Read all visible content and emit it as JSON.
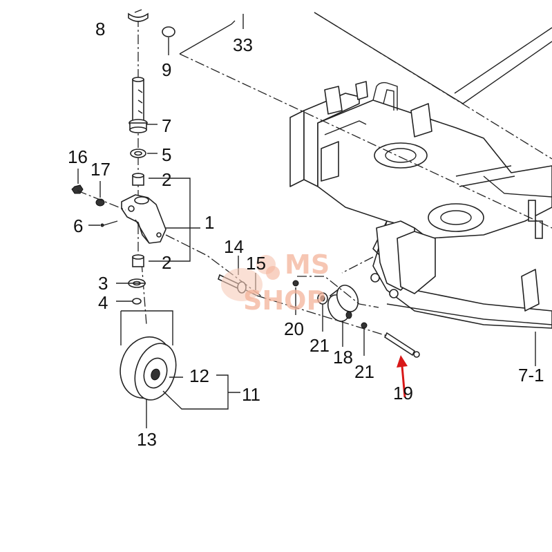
{
  "diagram": {
    "callouts": {
      "c1": "1",
      "c2a": "2",
      "c2b": "2",
      "c3": "3",
      "c4": "4",
      "c5": "5",
      "c6": "6",
      "c7": "7",
      "c8": "8",
      "c9": "9",
      "c11": "11",
      "c12": "12",
      "c13": "13",
      "c14": "14",
      "c15": "15",
      "c16": "16",
      "c17": "17",
      "c18": "18",
      "c19": "19",
      "c20": "20",
      "c21a": "21",
      "c21b": "21",
      "c33": "33",
      "c7x": "7-1"
    },
    "watermark": {
      "line1": "MS",
      "line2": "SHOP"
    },
    "highlight_color": "#d81818",
    "watermark_color": "#f4b39a"
  }
}
